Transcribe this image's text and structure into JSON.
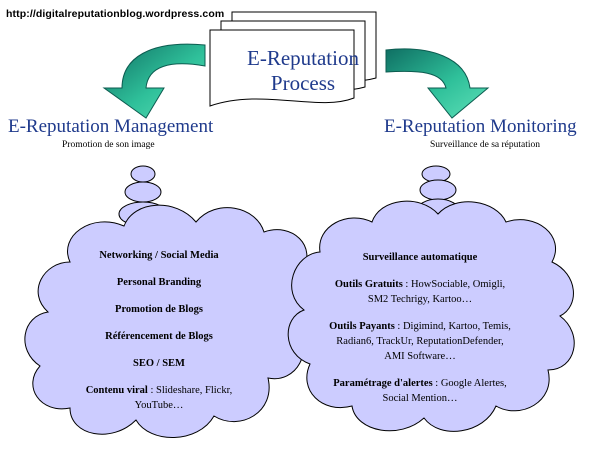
{
  "source_url": "http://digitalreputationblog.wordpress.com",
  "process": {
    "title_line1": "E-Reputation",
    "title_line2": "Process"
  },
  "management": {
    "title": "E-Reputation Management",
    "subtitle": "Promotion de son image",
    "items": [
      {
        "bold": "Networking / Social Media",
        "rest": ""
      },
      {
        "bold": "Personal Branding",
        "rest": ""
      },
      {
        "bold": "Promotion de Blogs",
        "rest": ""
      },
      {
        "bold": "Référencement de Blogs",
        "rest": ""
      },
      {
        "bold": "SEO / SEM",
        "rest": ""
      },
      {
        "bold": "Contenu viral",
        "rest": " : Slideshare, Flickr, YouTube…"
      }
    ]
  },
  "monitoring": {
    "title": "E-Reputation Monitoring",
    "subtitle": "Surveillance de sa réputation",
    "items": [
      {
        "bold": "Surveillance automatique",
        "rest": ""
      },
      {
        "bold": "Outils Gratuits",
        "rest": " : HowSociable, Omigli, SM2 Techrigy, Kartoo…"
      },
      {
        "bold": "Outils Payants",
        "rest": " : Digimind, Kartoo, Temis, Radian6, TrackUr, ReputationDefender, AMI Software…"
      },
      {
        "bold": "Paramétrage d'alertes",
        "rest": " : Google Alertes, Social Mention…"
      }
    ]
  },
  "colors": {
    "cloud_fill": "#ccccff",
    "arrow_fill": "#2fc09a",
    "title_color": "#1f3a8c"
  }
}
